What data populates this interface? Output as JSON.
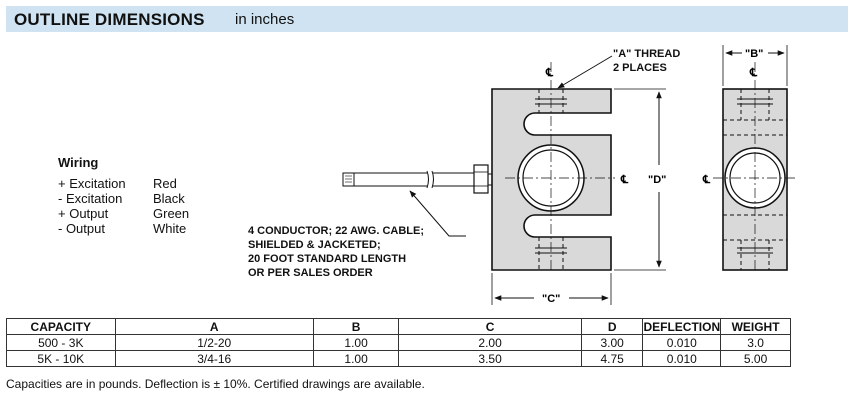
{
  "header": {
    "title": "OUTLINE DIMENSIONS",
    "units": "in inches"
  },
  "wiring": {
    "title": "Wiring",
    "items": [
      {
        "label": "+ Excitation",
        "color": "Red"
      },
      {
        "label": "- Excitation",
        "color": "Black"
      },
      {
        "label": "+ Output",
        "color": "Green"
      },
      {
        "label": "- Output",
        "color": "White"
      }
    ]
  },
  "callouts": {
    "cable_lines": [
      "4 CONDUCTOR; 22 AWG. CABLE;",
      "SHIELDED & JACKETED;",
      "20 FOOT STANDARD LENGTH",
      "OR PER SALES ORDER"
    ],
    "thread_lines": [
      "\"A\" THREAD",
      "2 PLACES"
    ],
    "dim_b": "\"B\"",
    "dim_c": "\"C\"",
    "dim_d": "\"D\""
  },
  "table": {
    "headers": [
      "CAPACITY",
      "A",
      "B",
      "C",
      "D",
      "DEFLECTION",
      "WEIGHT"
    ],
    "rows": [
      [
        "500 - 3K",
        "1/2-20",
        "1.00",
        "2.00",
        "3.00",
        "0.010",
        "3.0"
      ],
      [
        "5K - 10K",
        "3/4-16",
        "1.00",
        "3.50",
        "4.75",
        "0.010",
        "5.00"
      ]
    ]
  },
  "footnote": "Capacities are in pounds. Deflection is ± 10%. Certified drawings are available.",
  "colors": {
    "header_bg": "#cfe3f2",
    "body_fill": "#d9d9d9",
    "ink": "#111111"
  }
}
